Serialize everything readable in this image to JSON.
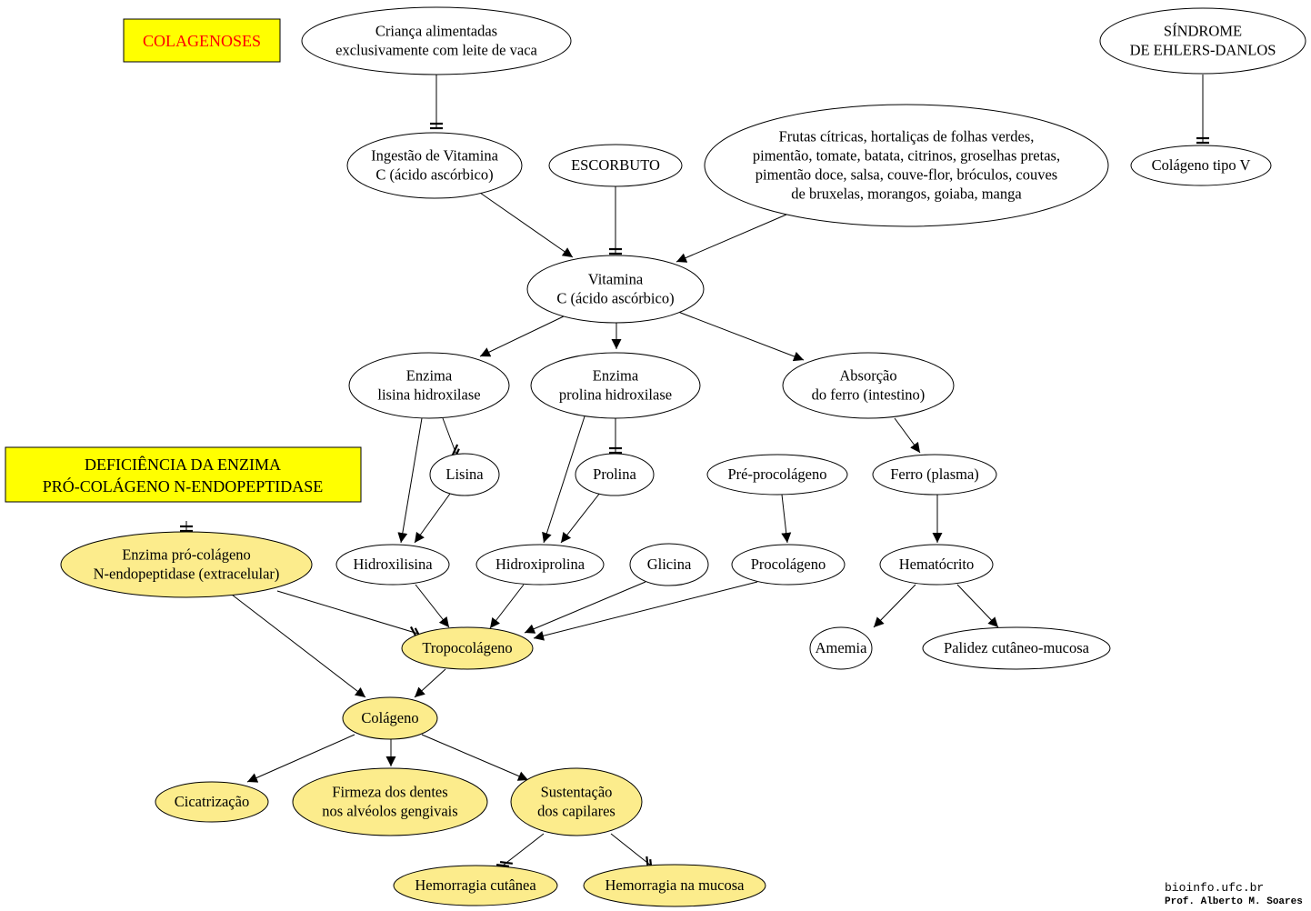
{
  "title_box": {
    "text": "COLAGENOSES",
    "text_color": "#ff0000",
    "fill": "#ffff00"
  },
  "deficiency_box": {
    "lines": [
      "DEFICIÊNCIA DA ENZIMA",
      "PRÓ-COLÁGENO N-ENDOPEPTIDASE"
    ],
    "fill": "#ffff00"
  },
  "colors": {
    "highlight_fill": "#fcec8c",
    "node_fill": "#ffffff",
    "stroke": "#000000"
  },
  "nodes": {
    "crianca": [
      "Criança alimentadas",
      "exclusivamente com leite de vaca"
    ],
    "sindrome": [
      "SÍNDROME",
      "DE EHLERS-DANLOS"
    ],
    "ingestao": [
      "Ingestão de Vitamina",
      "C (ácido ascórbico)"
    ],
    "escorbuto": [
      "ESCORBUTO"
    ],
    "frutas": [
      "Frutas cítricas, hortaliças de folhas verdes,",
      "pimentão, tomate, batata, citrinos, groselhas pretas,",
      "pimentão doce, salsa, couve-flor, bróculos, couves",
      "de bruxelas, morangos, goiaba, manga"
    ],
    "colageno_v": [
      "Colágeno tipo V"
    ],
    "vitamina": [
      "Vitamina",
      "C (ácido ascórbico)"
    ],
    "lisina_hidroxilase": [
      "Enzima",
      "lisina hidroxilase"
    ],
    "prolina_hidroxilase": [
      "Enzima",
      "prolina hidroxilase"
    ],
    "absorcao": [
      "Absorção",
      "do ferro (intestino)"
    ],
    "lisina": [
      "Lisina"
    ],
    "prolina": [
      "Prolina"
    ],
    "pre_procolageno": [
      "Pré-procolágeno"
    ],
    "ferro": [
      "Ferro (plasma)"
    ],
    "enzima_pro": [
      "Enzima pró-colágeno",
      "N-endopeptidase (extracelular)"
    ],
    "hidroxilisina": [
      "Hidroxilisina"
    ],
    "hidroxiprolina": [
      "Hidroxiprolina"
    ],
    "glicina": [
      "Glicina"
    ],
    "procolageno": [
      "Procolágeno"
    ],
    "hematocrito": [
      "Hematócrito"
    ],
    "tropocolageno": [
      "Tropocolágeno"
    ],
    "amemia": [
      "Amemia"
    ],
    "palidez": [
      "Palidez cutâneo-mucosa"
    ],
    "colageno": [
      "Colágeno"
    ],
    "cicatrizacao": [
      "Cicatrização"
    ],
    "firmeza": [
      "Firmeza dos dentes",
      "nos alvéolos gengivais"
    ],
    "sustentacao": [
      "Sustentação",
      "dos capilares"
    ],
    "hemorragia_cutanea": [
      "Hemorragia cutânea"
    ],
    "hemorragia_mucosa": [
      "Hemorragia na mucosa"
    ]
  },
  "footer": {
    "site": "bioinfo.ufc.br",
    "author": "Prof. Alberto M. Soares"
  }
}
